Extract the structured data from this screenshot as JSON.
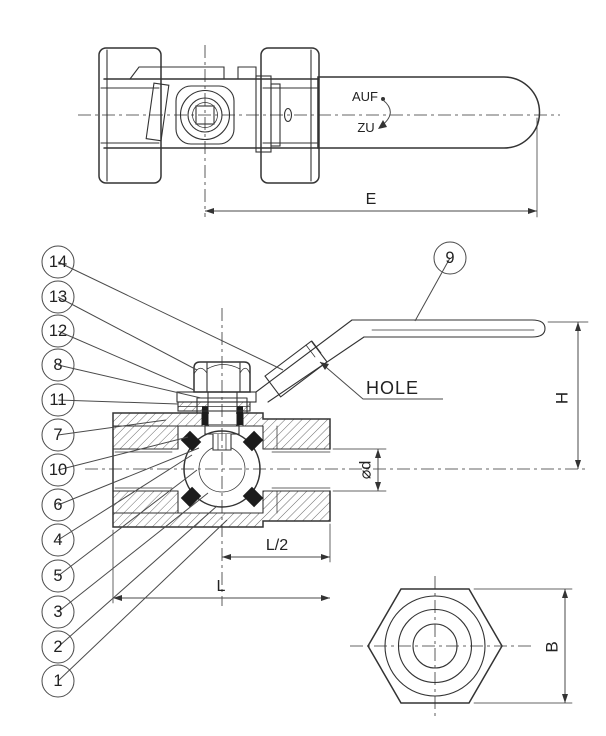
{
  "labels": {
    "open": "AUF",
    "closed": "ZU",
    "hole": "HOLE"
  },
  "dimensions": {
    "handle_reach": "E",
    "height": "H",
    "bore_diameter": "⌀d",
    "half_length": "L/2",
    "length": "L",
    "across_flats": "B"
  },
  "callouts": {
    "left": [
      {
        "number": "14"
      },
      {
        "number": "13"
      },
      {
        "number": "12"
      },
      {
        "number": "8"
      },
      {
        "number": "11"
      },
      {
        "number": "7"
      },
      {
        "number": "10"
      },
      {
        "number": "6"
      },
      {
        "number": "4"
      },
      {
        "number": "5"
      },
      {
        "number": "3"
      },
      {
        "number": "2"
      },
      {
        "number": "1"
      }
    ],
    "right": [
      {
        "number": "9"
      }
    ]
  },
  "colors": {
    "line": "#333333",
    "background": "#ffffff",
    "seat_fill": "#1c1c1c"
  }
}
